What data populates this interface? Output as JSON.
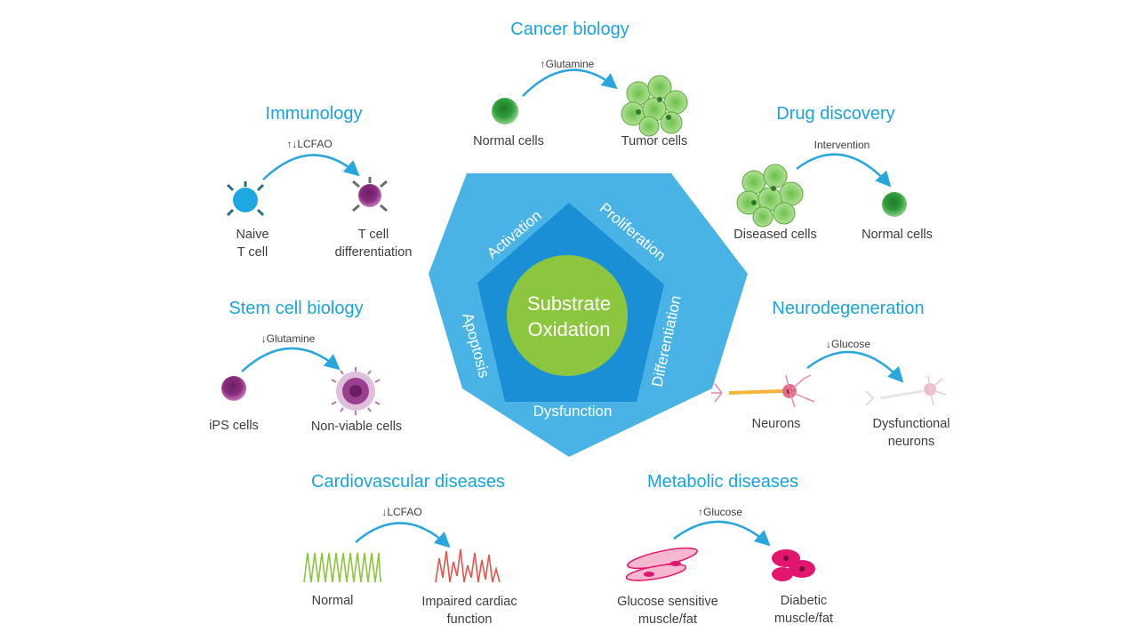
{
  "center": {
    "title_line1": "Substrate",
    "title_line2": "Oxidation",
    "ring": [
      "Activation",
      "Proliferation",
      "Differentiation",
      "Dysfunction",
      "Apoptosis"
    ]
  },
  "sections": {
    "cancer": {
      "title": "Cancer biology",
      "note": "↑Glutamine",
      "from": "Normal cells",
      "to": "Tumor cells"
    },
    "immunology": {
      "title": "Immunology",
      "note": "↑↓LCFAO",
      "from_l1": "Naive",
      "from_l2": "T cell",
      "to_l1": "T cell",
      "to_l2": "differentiation"
    },
    "drug": {
      "title": "Drug discovery",
      "note": "Intervention",
      "from": "Diseased cells",
      "to": "Normal cells"
    },
    "stem": {
      "title": "Stem cell biology",
      "note": "↓Glutamine",
      "from": "iPS cells",
      "to": "Non-viable cells"
    },
    "neuro": {
      "title": "Neurodegeneration",
      "note": "↓Glucose",
      "from": "Neurons",
      "to_l1": "Dysfunctional",
      "to_l2": "neurons"
    },
    "cardio": {
      "title": "Cardiovascular diseases",
      "note": "↓LCFAO",
      "from": "Normal",
      "to_l1": "Impaired cardiac",
      "to_l2": "function"
    },
    "metabolic": {
      "title": "Metabolic diseases",
      "note": "↑Glucose",
      "from_l1": "Glucose sensitive",
      "from_l2": "muscle/fat",
      "to_l1": "Diabetic",
      "to_l2": "muscle/fat"
    }
  },
  "colors": {
    "title_blue": "#1aa3dd",
    "heptagon": "#4ab3e6",
    "pentagon": "#1b8fd6",
    "center_circle": "#8cc63f",
    "cell_green": "#2f9e3a",
    "t_cell_blue": "#1fa7e1",
    "purple": "#8a2c7e",
    "magenta": "#e2166f"
  }
}
